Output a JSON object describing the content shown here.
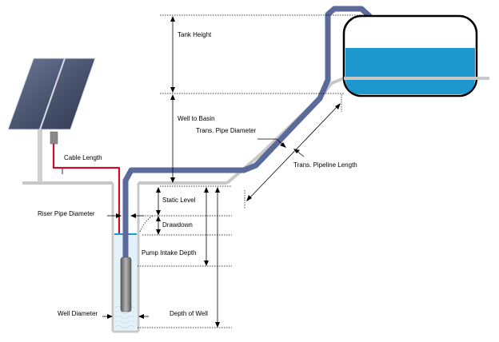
{
  "labels": {
    "tank_height": "Tank Height",
    "well_to_basin": "Well to Basin",
    "trans_pipe_diameter": "Trans. Pipe Diameter",
    "trans_pipeline_length": "Trans. Pipeline Length",
    "cable_length": "Cable Length",
    "riser_pipe_diameter": "Riser Pipe Diameter",
    "static_level": "Static Level",
    "drawdown": "Drawdown",
    "pump_intake_depth": "Pump Intake Depth",
    "well_diameter": "Well Diameter",
    "depth_of_well": "Depth of Well"
  },
  "colors": {
    "pipe": "#5b6a9a",
    "pipe_dark": "#3d4872",
    "ground": "#c8c8c8",
    "water": "#1e97cf",
    "cable": "#c8102e",
    "panel": "#4a5570"
  }
}
